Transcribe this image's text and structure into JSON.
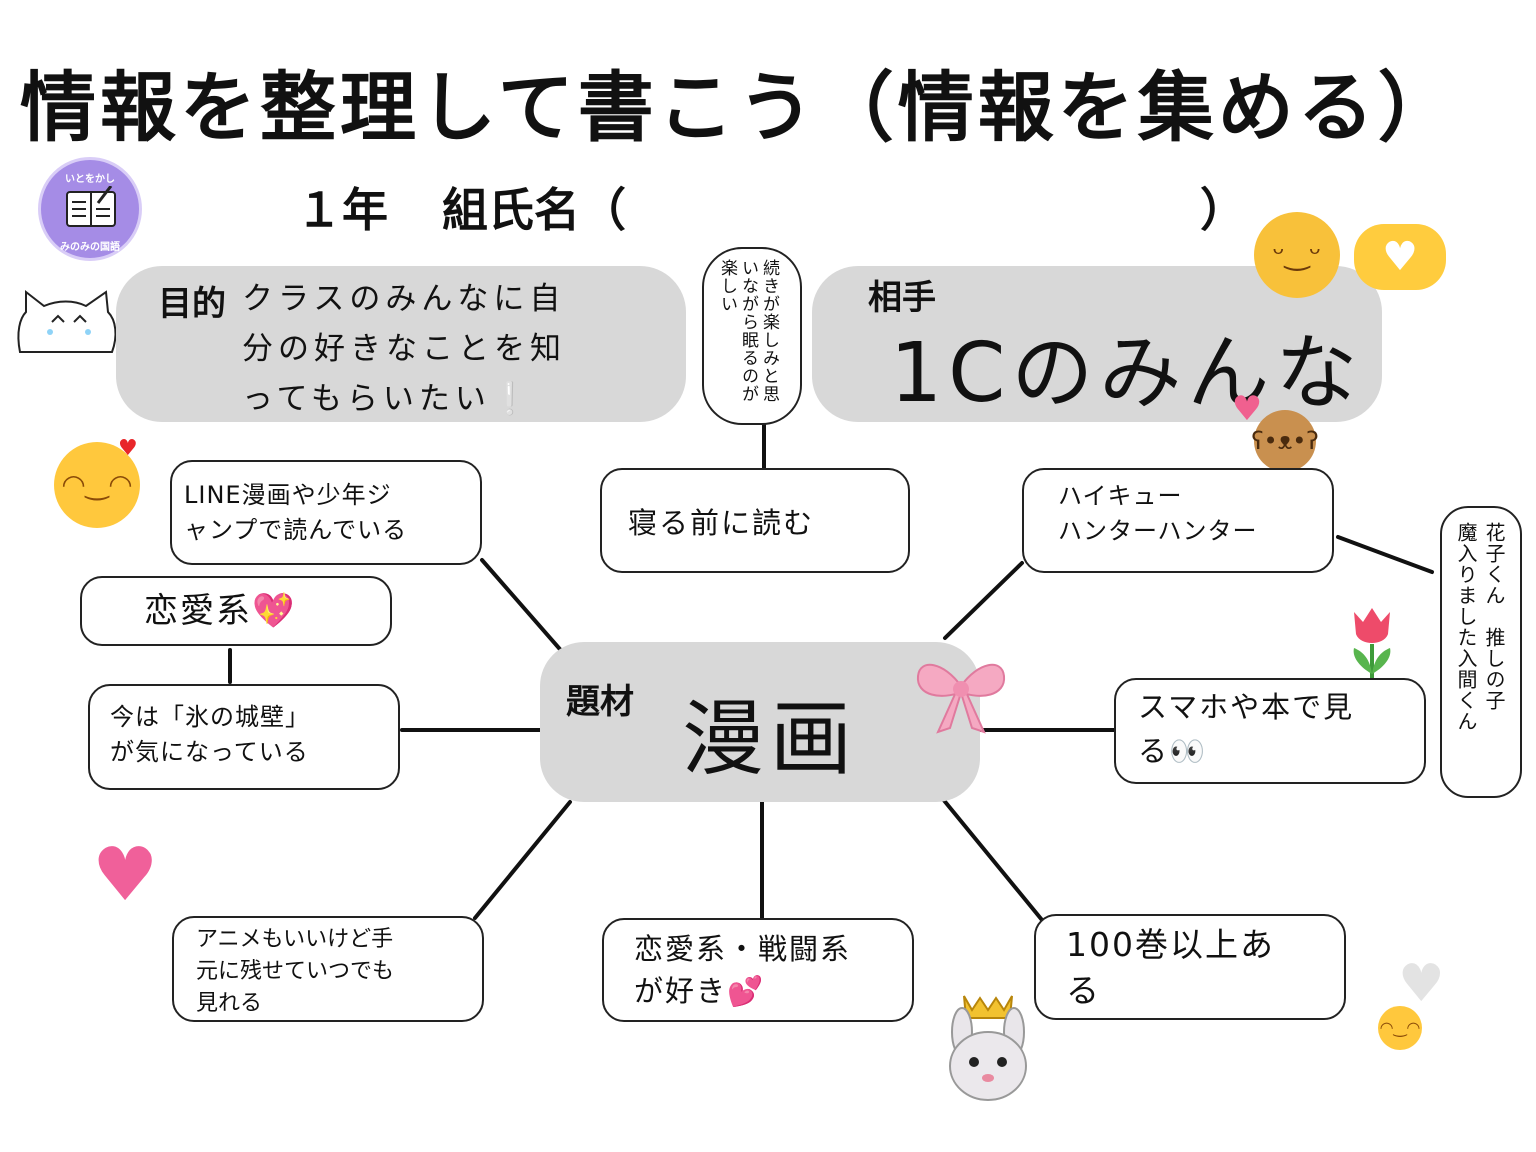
{
  "title": "情報を整理して書こう（情報を集める）",
  "header": {
    "grade": "１年",
    "class_name": "組氏名（",
    "close_paren": "）"
  },
  "badge": {
    "top_text": "いとをかし",
    "bottom_text": "みのみの国語"
  },
  "purpose": {
    "label": "目的",
    "lines": [
      "クラスのみんなに自",
      "分の好きなことを知",
      "ってもらいたい❕"
    ]
  },
  "audience": {
    "label": "相手",
    "text": "1Cのみんな"
  },
  "center": {
    "label": "題材",
    "text": "漫画"
  },
  "nodes": {
    "line_manga": [
      "LINE漫画や少年ジ",
      "ャンプで読んでいる"
    ],
    "romance": "恋愛系💖",
    "ice_castle": [
      "今は「氷の城壁」",
      "が気になっている"
    ],
    "anime": [
      "アニメもいいけど手",
      "元に残せていつでも",
      "見れる"
    ],
    "romance_battle": [
      "恋愛系・戦闘系",
      "が好き💕"
    ],
    "before_sleep": "寝る前に読む",
    "continuation": [
      "続きが楽しみと思",
      "いながら眠るのが",
      "楽しい"
    ],
    "haikyuu": [
      "ハイキュー",
      "ハンターハンター"
    ],
    "hanako": [
      "花子くん　推しの子",
      "魔入りました入間くん"
    ],
    "smartphone": [
      "スマホや本で見",
      "る👀"
    ],
    "hundred_volumes": [
      "100巻以上あ",
      "る"
    ]
  },
  "colors": {
    "grey_box": "#d8d8d8",
    "line": "#111111",
    "badge": "#a58ce6"
  },
  "icons": [
    "book-pen-icon",
    "cat-face-icon",
    "kissing-cat-icon",
    "heart-hands-icon",
    "smiling-hearts-icon",
    "teddy-bear-icon",
    "growing-heart-icon",
    "sparkling-heart-icon",
    "ribbon-icon",
    "tulip-icon",
    "rabbit-crown-icon",
    "white-heart-icon",
    "smile-icon",
    "heart-stack-icon"
  ]
}
